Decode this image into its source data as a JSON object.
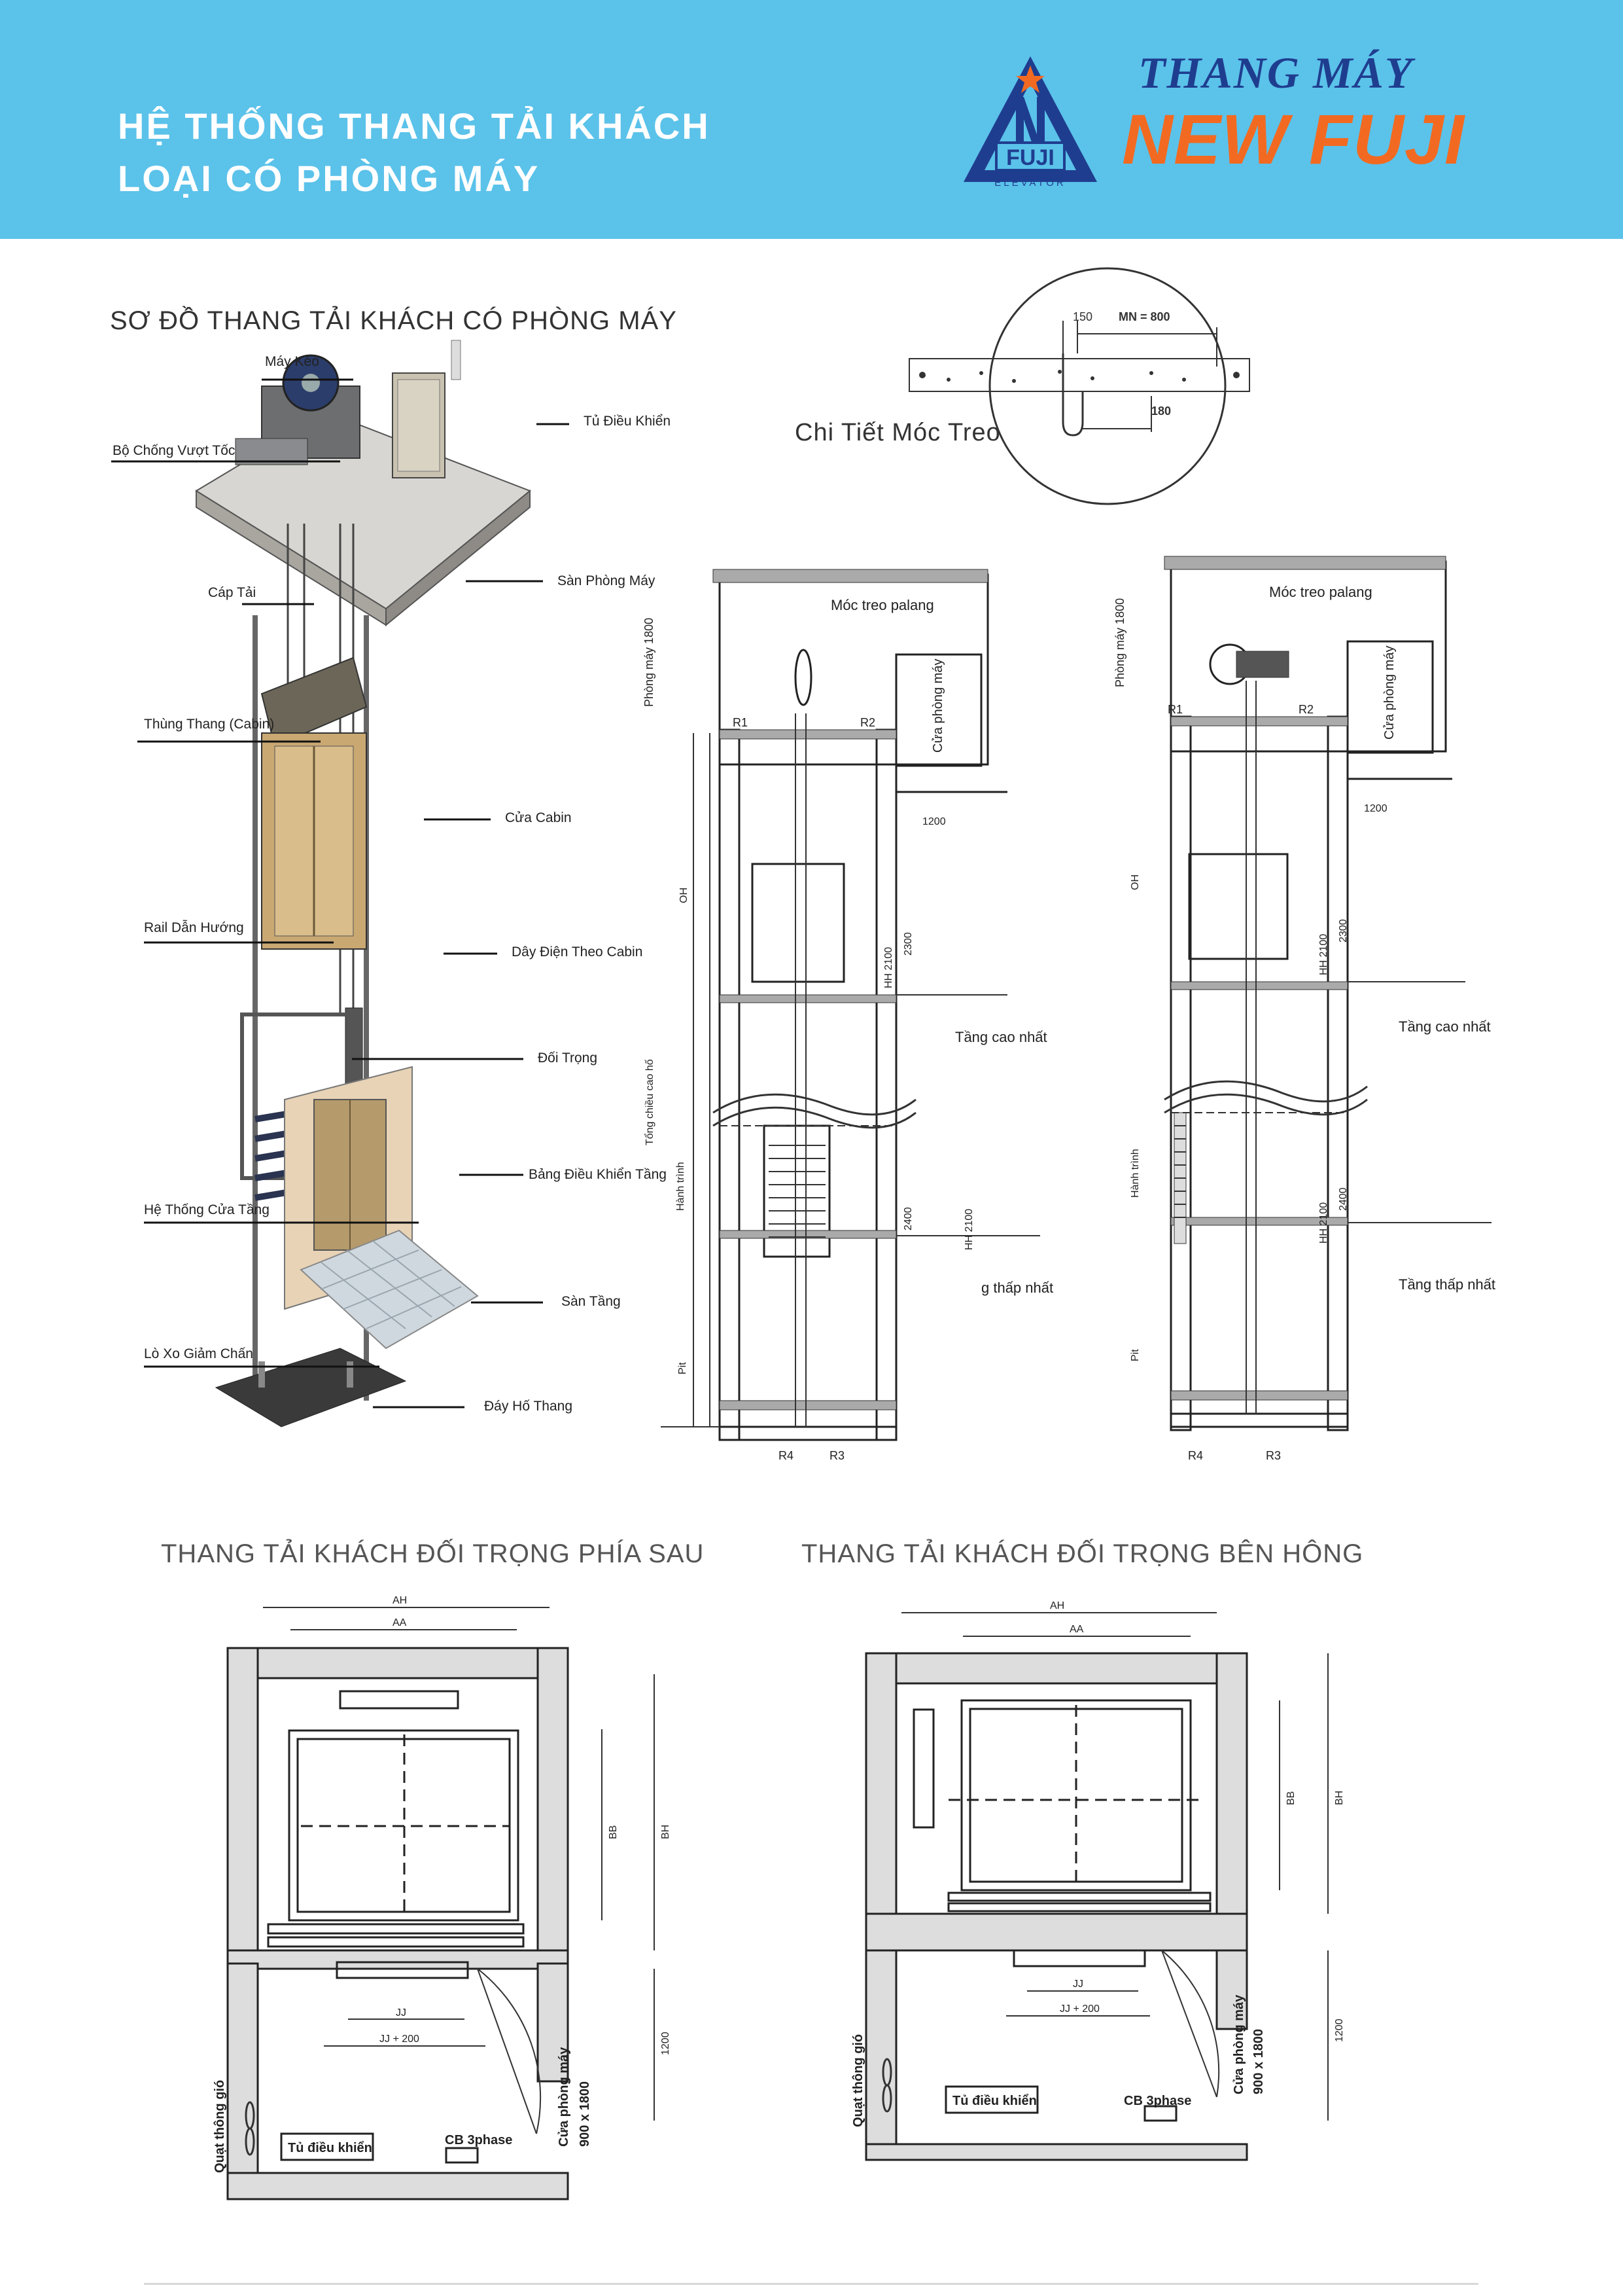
{
  "header": {
    "title_line1": "HỆ THỐNG THANG TẢI KHÁCH",
    "title_line2": "LOẠI CÓ PHÒNG MÁY",
    "brand_top": "THANG MÁY",
    "brand_bottom": "NEW FUJI",
    "logo_text": "FUJI",
    "logo_sub": "ELEVATOR",
    "colors": {
      "banner": "#5bc2ea",
      "brand_blue": "#1f3d8f",
      "brand_orange": "#f26a21"
    }
  },
  "diagram_title": "SƠ ĐỒ THANG TẢI KHÁCH CÓ PHÒNG MÁY",
  "components": [
    "Máy Kéo",
    "Bộ Chống Vượt Tốc",
    "Tủ Điều Khiển",
    "Cáp Tải",
    "Sàn Phòng Máy",
    "Thùng Thang (Cabin)",
    "Cửa Cabin",
    "Rail Dẫn Hướng",
    "Dây Điện Theo Cabin",
    "Đối Trọng",
    "Bảng Điều Khiển Tầng",
    "Hệ Thống Cửa Tầng",
    "Sàn Tầng",
    "Lò Xo Giảm Chấn",
    "Đáy Hố Thang"
  ],
  "hook_detail": {
    "title": "Chi Tiết Móc Treo",
    "mn": "MN = 800",
    "d150": "150",
    "d180": "180"
  },
  "section_labels": {
    "hook": "Móc treo palang",
    "machine_room": "Phòng máy 1800",
    "door_room": "Cửa phòng máy",
    "r1": "R1",
    "r2": "R2",
    "r3": "R3",
    "r4": "R4",
    "d1200": "1200",
    "oh": "OH",
    "hh2100": "HH 2100",
    "d2300": "2300",
    "d2400": "2400",
    "top_floor": "Tầng cao nhất",
    "bottom_floor_a": "g thấp nhất",
    "bottom_floor_b": "Tầng thấp nhất",
    "total": "Tổng chiều cao hố",
    "travel": "Hành trình",
    "pit": "Pit"
  },
  "plan_titles": {
    "rear": "THANG TẢI KHÁCH ĐỐI TRỌNG PHÍA SAU",
    "side": "THANG TẢI KHÁCH ĐỐI TRỌNG BÊN HÔNG"
  },
  "plan_labels": {
    "ah": "AH",
    "aa": "AA",
    "bb": "BB",
    "bh": "BH",
    "jj": "JJ",
    "jj200": "JJ + 200",
    "d1200": "1200",
    "fan": "Quạt thông gió",
    "cabinet": "Tủ điều khiển",
    "cb": "CB 3phase",
    "door": "Cửa phòng máy",
    "door_size": "900 x 1800"
  }
}
